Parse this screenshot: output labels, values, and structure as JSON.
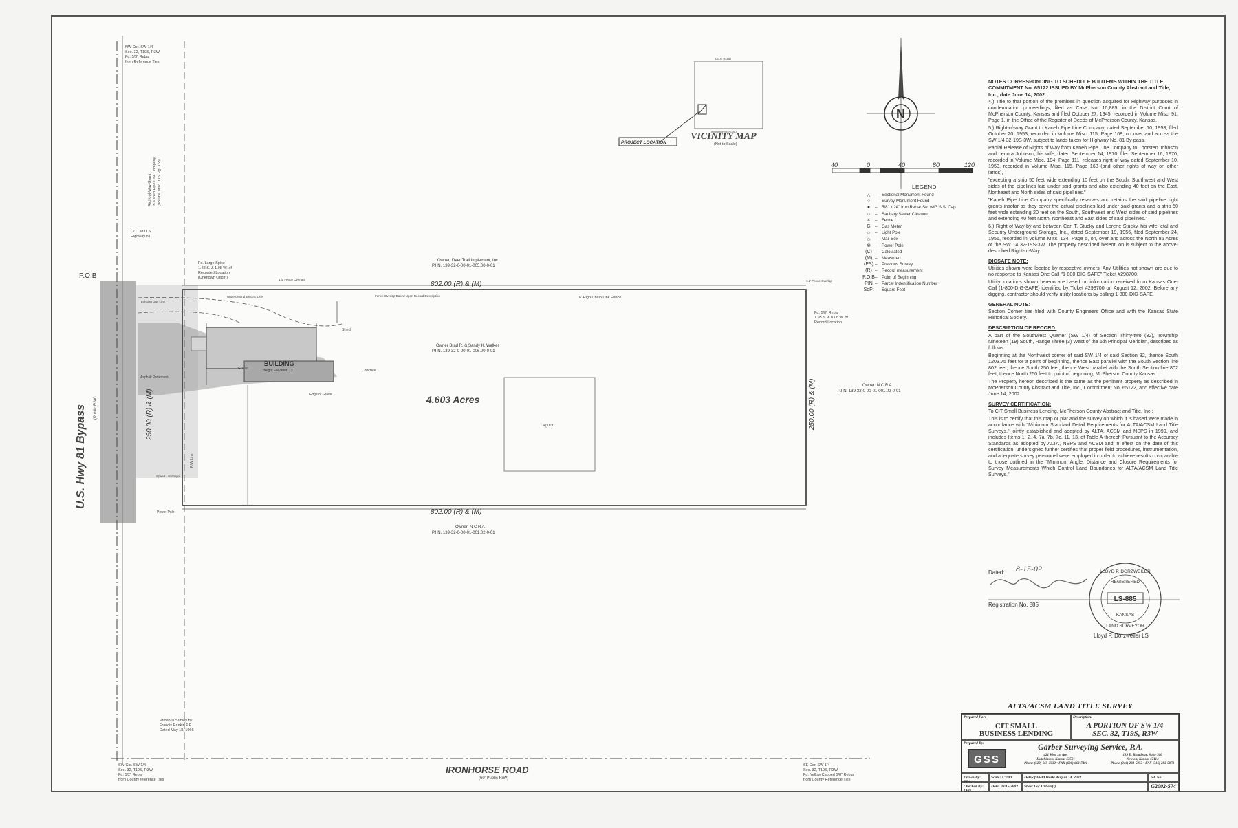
{
  "plan_labels": {
    "road_bottom": "IRONHORSE ROAD",
    "road_bottom_sub": "(60' Public R/W)",
    "highway_left": "U.S. Hwy 81 Bypass",
    "highway_left_sub": "(Public R/W)",
    "acres": "4.603 Acres",
    "lagoon": "Lagoon",
    "building": "BUILDING",
    "building_sub": "Height Elevation 13'",
    "pob": "P.O.B",
    "dim_top": "802.00 (R) & (M)",
    "dim_bottom": "802.00 (R) & (M)",
    "dim_left": "250.00 (R) & (M)",
    "dim_right": "250.00 (R) & (M)",
    "owner_north": "Owner: Deer Trail Implement, Inc.",
    "pin_north": "P.I.N. 139-32-0-00-01-005.00-0-01",
    "owner_center": "Owner Brad R. & Sandy K. Walker",
    "pin_center": "P.I.N. 139-32-0-00-01-006.00-0-01",
    "owner_east": "Owner: N C R A",
    "pin_east": "P.I.N. 139-32-0-00-01-001.02-0-01",
    "owner_south": "Owner: N C R A",
    "pin_south": "P.I.N. 139-32-0-00-01-001.02-0-01",
    "nw_cor": [
      "NW Cor. SW 1/4",
      "Sec. 32, T19S, R3W",
      "Fd. 5/8\" Rebar",
      "from Reference Ties"
    ],
    "sw_cor": [
      "SW Cor. SW 1/4",
      "Sec. 32, T19S, R3W",
      "Fd. 1/2\" Rebar",
      "from County reference Ties"
    ],
    "se_cor": [
      "SE Cor. SW 1/4",
      "Sec. 32, T19S, R3W",
      "Fd. Yellow Capped 5/8\" Rebar",
      "from County Reference Ties"
    ],
    "ne_rebar": [
      "Fd. 5/8\" Rebar",
      "1.95 S. & 0.08 W. of",
      "Record Location"
    ],
    "large_spike": [
      "Fd. Large Spike",
      "1.88 S. & 1.08 W. of",
      "Recorded Location",
      "(Unknown Origin)"
    ],
    "old_highway": [
      "C/L Old U.S.",
      "Highway 81"
    ],
    "prev_survey": [
      "Previous Survey by",
      "Francis Rankin P.E.",
      "Dated May 18, 1966"
    ],
    "fence_note": "6' High Chain Link Fence",
    "fence_overlap": "Fence Overlap Based Upon Record Description",
    "shed": "Shed",
    "concrete": "Concrete",
    "edge_gravel": "Edge of Gravel",
    "gravel": "Gravel",
    "asphalt": "Asphalt Pavement",
    "power_pole": "Power Pole",
    "speed_sign": "Speed Limit Sign",
    "existing_gas": "Existing Gas Line",
    "r_w_line": "R/W Line",
    "ugs_line": "Underground Electric Line",
    "row_grant": [
      "Right-of-Way Grant",
      "to Kaneb Pipe Line Company",
      "(Volume Misc. 115, Pg. 168)"
    ],
    "fence_overlap_left": "1.1' Fence Overlap",
    "fence_overlap_right": "1.2' Fence Overlap"
  },
  "vicinity": {
    "title": "VICINITY MAP",
    "sub": "(Not to Scale)",
    "project_location": "PROJECT LOCATION",
    "road_top": "DIXIE ROAD",
    "road_bottom": "IRONHORSE ROAD"
  },
  "scale_bar": [
    "40",
    "0",
    "40",
    "80",
    "120"
  ],
  "north_letter": "N",
  "legend": {
    "title": "LEGEND",
    "items": [
      {
        "sym": "△",
        "label": "Sectional Monument Found"
      },
      {
        "sym": "○",
        "label": "Survey Monument Found"
      },
      {
        "sym": "●",
        "label": "5/8\" x 24\" Iron Rebar Set w/G.S.S. Cap"
      },
      {
        "sym": "○",
        "label": "Sanitary Sewer Cleanout"
      },
      {
        "sym": "×",
        "label": "Fence"
      },
      {
        "sym": "G",
        "label": "Gas Meter"
      },
      {
        "sym": "☼",
        "label": "Light Pole"
      },
      {
        "sym": "◇",
        "label": "Mail Box"
      },
      {
        "sym": "⊕",
        "label": "Power Pole"
      },
      {
        "sym": "(C)",
        "label": "Calculated"
      },
      {
        "sym": "(M)",
        "label": "Measured"
      },
      {
        "sym": "(PS)",
        "label": "Previous Survey"
      },
      {
        "sym": "(R)",
        "label": "Record measurement"
      },
      {
        "sym": "P.O.B",
        "label": "Point of Beginning"
      },
      {
        "sym": "PIN",
        "label": "Parcel Indentification Number"
      },
      {
        "sym": "SqFt",
        "label": "Square Feet"
      }
    ]
  },
  "notes": {
    "heading": "NOTES CORRESPONDING TO SCHEDULE B II ITEMS WITHIN THE TITLE COMMITMENT No. 65122 ISSUED BY McPherson County Abstract and Title, Inc., date June 14, 2002.",
    "p4": "4.) Title to that portion of the premises in question acquired for Highway purposes in condemnation proceedings, filed as Case No. 10,885, in the District Court of McPherson County, Kansas and filed October 27, 1945, recorded in Volume Misc. 91, Page 1, in the Office of the Register of Deeds of McPherson County, Kansas.",
    "p5": "5.) Right-of-way Grant to Kaneb Pipe Line Company, dated September 10, 1953, filed October 20, 1953, recorded in Volume Misc. 115, Page 168, on over and across the SW 1/4 32-19S-3W, subject to lands taken for Highway No. 81 By-pass.",
    "p5b": "Partial Release of Rights of Way from Kaneb Pipe Line Company to Thorsten Johnson and Lenora Johnson, his wife, dated September 14, 1970, filed September 16, 1970, recorded in Volume Misc. 194, Page 111, releases right of way dated September 10, 1953, recorded in Volume Misc. 115, Page 168 (and other rights of way on other lands),",
    "p5c": "\"excepting a strip 50 feet wide extending 10 feet on the South, Southwest and West sides of the pipelines laid under said grants and also extending 40 feet on the East, Northeast and North sides of said pipelines.\"",
    "p5d": "\"Kaneb Pipe Line Company specifically reserves and retains the said pipeline right grants insofar as they cover the actual pipelines laid under said grants and a strip 50 feet wide extending 20 feet on the South, Southwest and West sides of said pipelines and extending 40 feet North, Northeast and East sides of said pipelines.\"",
    "p6": "6.) Right of Way by and between Carl T. Stucky and Lorene Stucky, his wife, etal and Security Underground Storage, Inc., dated September 19, 1956, filed September 24, 1956, recorded in Volume Misc. 134, Page 5, on, over and across the North 86 Acres of the SW 14 32-19S-3W. The property described hereon on is subject to the above-described Right-of-Way.",
    "digsafe_h": "DIGSAFE NOTE:",
    "digsafe": "Utilities shown were located by respective owners. Any Utilities not shown are due to no response to Kansas One Call \"1-800-DIG-SAFE\" Ticket #298700.",
    "digsafe2": "Utility locations shown hereon are based on information received from Kansas One-Call (1-800-DIG-SAFE) identified by Ticket #298700 on August 12, 2002. Before any digging, contractor should verify utility locations by calling 1-800-DIG-SAFE.",
    "general_h": "GENERAL NOTE:",
    "general": "Section Corner ties filed with County Engineers Office and with the Kansas State Historical Society.",
    "desc_h": "DESCRIPTION OF RECORD:",
    "desc": "A part of the Southwest Quarter (SW 1/4) of Section Thirty-two (32), Township Nineteen (19) South, Range Three (3) West of the 6th Principal Meridian, described as follows:",
    "desc2": "Beginning at the Northwest corner of said SW 1/4 of said Section 32, thence South 1203.75 feet for a point of beginning, thence East parallel with the South Section line 802 feet, thence South 250 feet, thence West parallel with the South Section line 802 feet, thence North 250 feet to point of beginning, McPherson County Kansas.",
    "desc3": "The Property hereon described is the same as the pertinent property as described in McPherson County Abstract and Title, Inc., Commitment No. 65122, and effective date June 14, 2002.",
    "cert_h": "SURVEY CERTIFICATION:",
    "cert": "To CIT Small Business Lending, McPherson County Abstract and Title, Inc.:",
    "cert2": "This is to certify that this map or plat and the survey on which it is based were made in accordance with \"Minimum Standard Detail Requirements for ALTA/ACSM Land Title Surveys,\" jointly established and adopted by ALTA, ACSM and NSPS in 1999, and includes Items 1, 2, 4, 7a, 7b, 7c, 11, 13, of Table A thereof. Pursuant to the Accuracy Standards as adopted by ALTA, NSPS and ACSM and in effect on the date of this certification, undersigned further certifies that proper field procedures, instrumentation, and adequate survey personnel were employed in order to achieve results comparable to those outlined in the \"Minimum Angle, Distance and Closure Requirements for Survey Measurements Which Control Land Boundaries for ALTA/ACSM Land Title Surveys.\""
  },
  "signature": {
    "dated_label": "Dated:",
    "dated_value": "8-15-02",
    "reg_label": "Registration No. 885",
    "name": "Lloyd P. Dorzweiler  LS",
    "seal_top": "LLOYD P. DORZWEILER",
    "seal_mid": "REGISTERED",
    "seal_num": "LS-885",
    "seal_state": "KANSAS",
    "seal_bottom": "LAND SURVEYOR"
  },
  "title_block": {
    "title": "ALTA/ACSM LAND TITLE SURVEY",
    "prepared_for_label": "Prepared For:",
    "prepared_for": [
      "CIT SMALL",
      "BUSINESS LENDING"
    ],
    "description_label": "Description:",
    "description": [
      "A PORTION OF SW 1/4",
      "SEC. 32, T19S, R3W"
    ],
    "prepared_by_label": "Prepared By:",
    "logo": "GSS",
    "company": "Garber Surveying Service, P.A.",
    "addr1": [
      "421 West 1st Ave.",
      "Hutchinson, Kansas 67501",
      "Phone (620) 665-7032 • FAX (620) 663-7401"
    ],
    "addr2": [
      "129 E. Broadway, Suite 300",
      "Newton, Kansas 67114",
      "Phone (316) 283-5053 • FAX (316) 283-5073"
    ],
    "drawn_by_label": "Drawn By:",
    "drawn_by": "ELA",
    "scale_label": "Scale:",
    "scale": "1\"=40'",
    "field_work": "Date of Field Work: August 14, 2002",
    "job_label": "Job No:",
    "job_no": "G2002-574",
    "checked_label": "Checked By:",
    "checked_by": "LPD",
    "date_label": "Date:",
    "date": "08/15/2002",
    "sheet": "Sheet 1 of 1 Sheet(s)"
  }
}
